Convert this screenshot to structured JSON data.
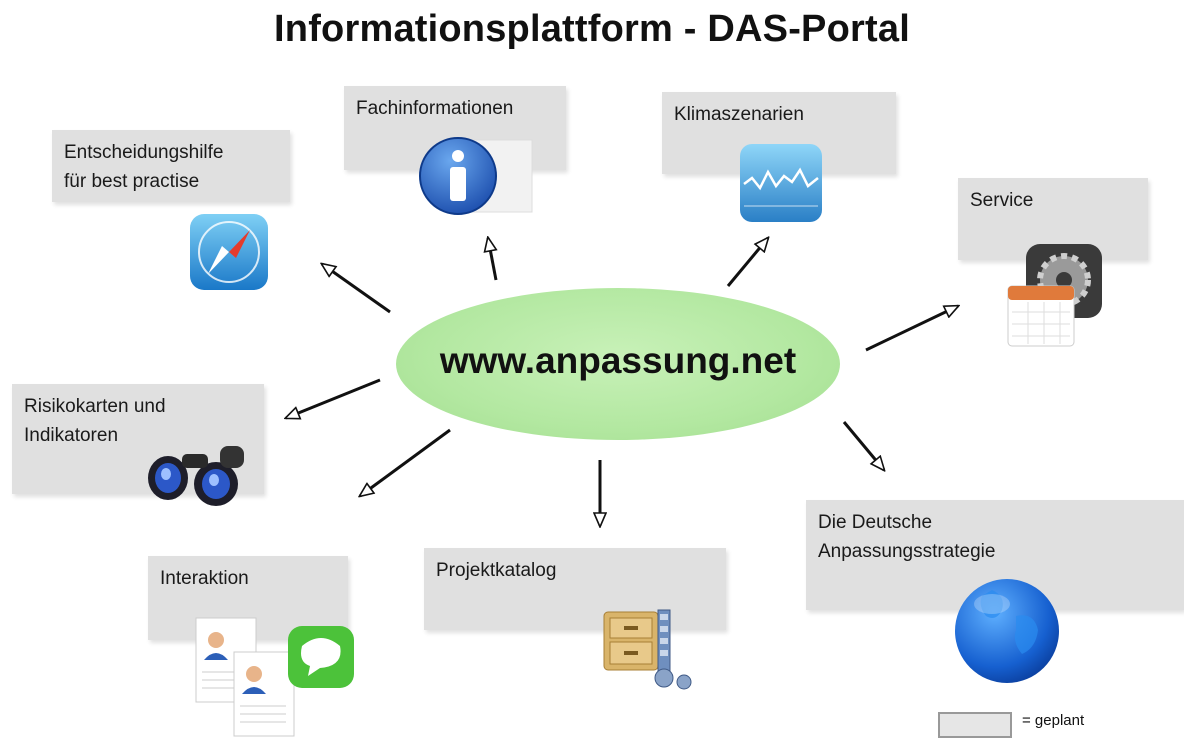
{
  "title": "Informationsplattform - DAS-Portal",
  "hub": {
    "label": "www.anpassung.net",
    "color": "#b3e8a1"
  },
  "nodes": [
    {
      "id": "entscheidungshilfe",
      "label": "Entscheidungshilfe\nfür best practise",
      "icon": "compass-icon"
    },
    {
      "id": "fachinformationen",
      "label": "Fachinformationen",
      "icon": "info-icon"
    },
    {
      "id": "klimaszenarien",
      "label": "Klimaszenarien",
      "icon": "chart-icon"
    },
    {
      "id": "service",
      "label": "Service",
      "icon": "gear-calendar-icon"
    },
    {
      "id": "risikokarten",
      "label": "Risikokarten und\nIndikatoren",
      "icon": "binoculars-icon"
    },
    {
      "id": "interaktion",
      "label": "Interaktion",
      "icon": "people-message-icon"
    },
    {
      "id": "projektkatalog",
      "label": "Projektkatalog",
      "icon": "archive-icon"
    },
    {
      "id": "anpassungsstrategie",
      "label": "Die Deutsche\nAnpassungsstrategie",
      "icon": "globe-icon"
    }
  ],
  "legend": {
    "label": "= geplant",
    "box_color": "#e0e0e0"
  }
}
